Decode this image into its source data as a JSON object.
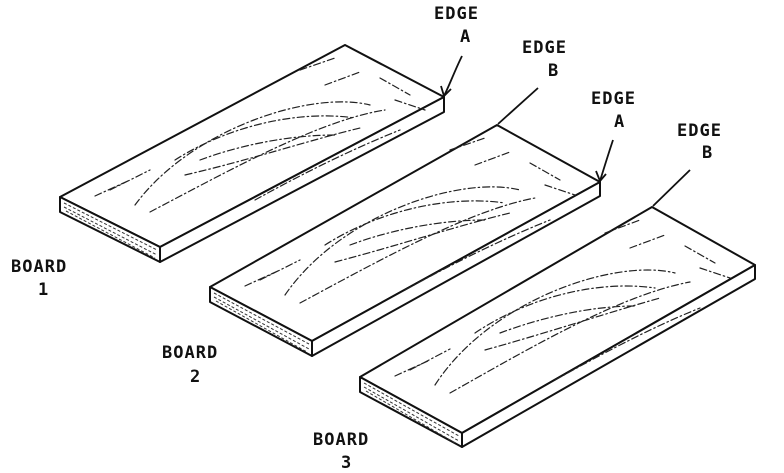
{
  "diagram": {
    "boards": [
      {
        "name": "BOARD",
        "number": "1"
      },
      {
        "name": "BOARD",
        "number": "2"
      },
      {
        "name": "BOARD",
        "number": "3"
      }
    ],
    "edges": [
      {
        "name": "EDGE",
        "letter": "A"
      },
      {
        "name": "EDGE",
        "letter": "B"
      },
      {
        "name": "EDGE",
        "letter": "A"
      },
      {
        "name": "EDGE",
        "letter": "B"
      }
    ]
  }
}
